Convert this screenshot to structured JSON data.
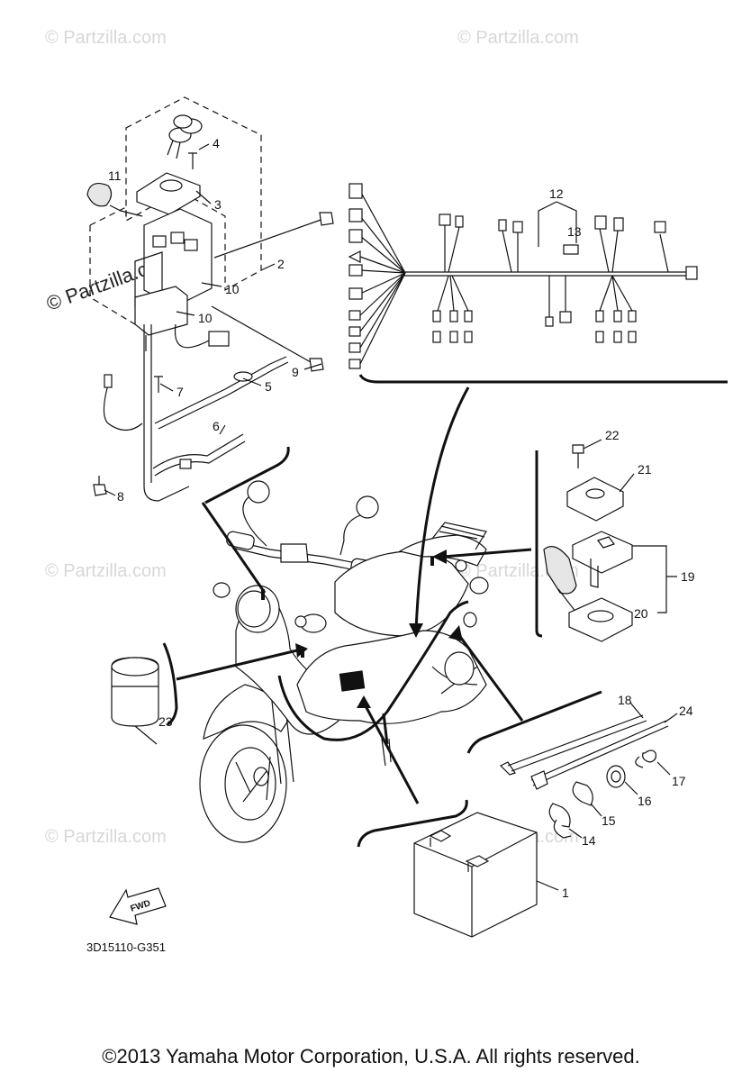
{
  "watermarks": {
    "small": "© Partzilla.com",
    "large": "© Partzilla.com"
  },
  "part_numbers": [
    "1",
    "2",
    "3",
    "4",
    "5",
    "6",
    "7",
    "8",
    "9",
    "10",
    "10",
    "11",
    "12",
    "13",
    "14",
    "15",
    "16",
    "17",
    "18",
    "19",
    "20",
    "21",
    "22",
    "23",
    "24"
  ],
  "fwd_label": "FWD",
  "diagram_code": "3D15110-G351",
  "copyright": "©2013  Yamaha Motor Corporation, U.S.A. All rights reserved.",
  "colors": {
    "line": "#111111",
    "watermark": "#d7d7d7"
  },
  "icons": [
    "key-icon",
    "fwd-arrow-icon"
  ]
}
